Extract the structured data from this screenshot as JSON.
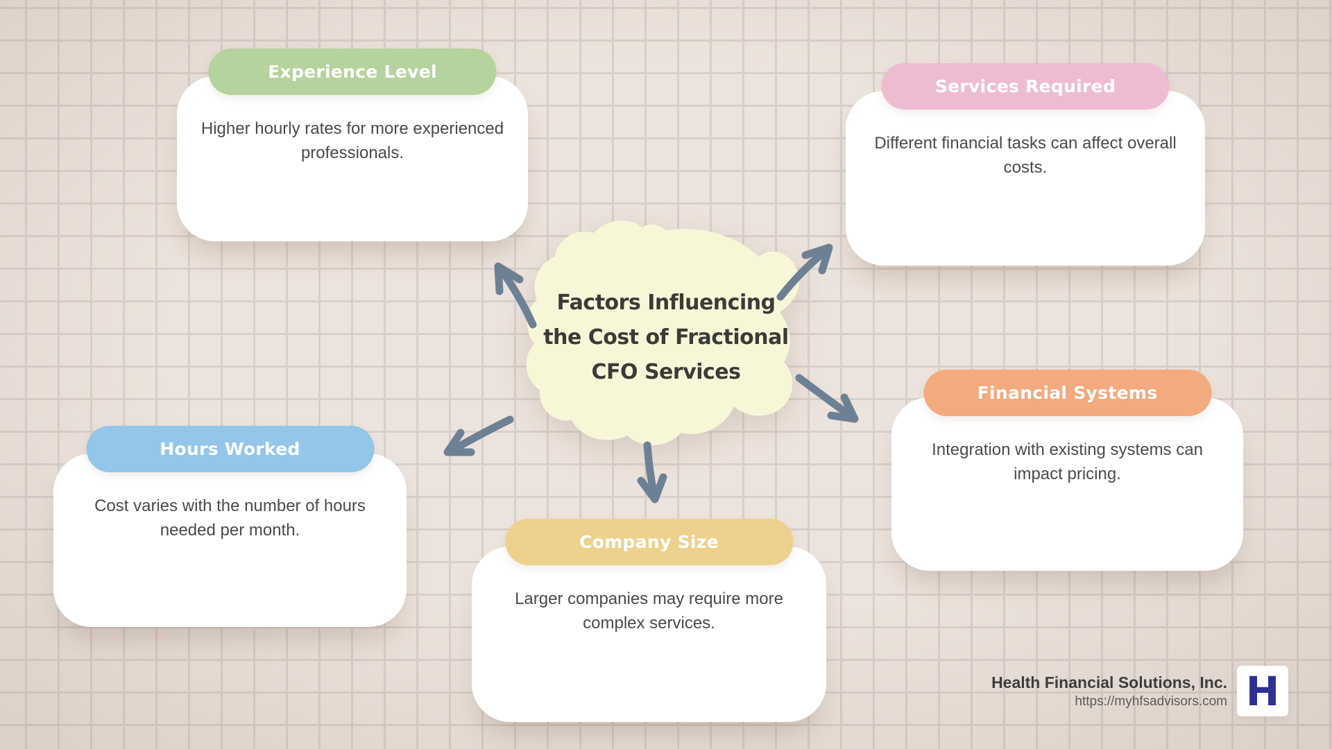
{
  "center": {
    "lines": [
      "Factors Influencing",
      "the Cost of Fractional",
      "CFO Services"
    ]
  },
  "nodes": [
    {
      "id": "experience-level",
      "label": "Experience Level",
      "description": "Higher hourly rates for more experienced professionals.",
      "description_lines": [
        "Higher hourly rates for more experienced",
        "professionals."
      ],
      "color": "#b5d39c"
    },
    {
      "id": "services-required",
      "label": "Services Required",
      "description": "Different financial tasks can affect overall costs.",
      "description_lines": [
        "Different financial tasks can affect overall",
        "costs."
      ],
      "color": "#eebcd2"
    },
    {
      "id": "hours-worked",
      "label": "Hours Worked",
      "description": "Cost varies with the number of hours needed per month.",
      "description_lines": [
        "Cost varies with the number of hours",
        "needed per month."
      ],
      "color": "#93c6e9"
    },
    {
      "id": "company-size",
      "label": "Company Size",
      "description": "Larger companies may require more complex services.",
      "description_lines": [
        "Larger companies may require more",
        "complex services."
      ],
      "color": "#edd18c"
    },
    {
      "id": "financial-systems",
      "label": "Financial Systems",
      "description": "Integration with existing systems can impact pricing.",
      "description_lines": [
        "Integration with existing systems can",
        "impact pricing."
      ],
      "color": "#f3aa7d"
    }
  ],
  "footer": {
    "company": "Health Financial Solutions, Inc.",
    "url": "https://myhfsadvisors.com",
    "logo_letter": "H"
  },
  "palette": {
    "background": "#ece3dc",
    "grid_line": "#d9cfc9",
    "blob_fill": "#f7f7d8",
    "arrow": "#6e8094",
    "title_ink": "#3b3b36",
    "body_text": "#4a4a4a",
    "logo_navy": "#2e3192"
  }
}
